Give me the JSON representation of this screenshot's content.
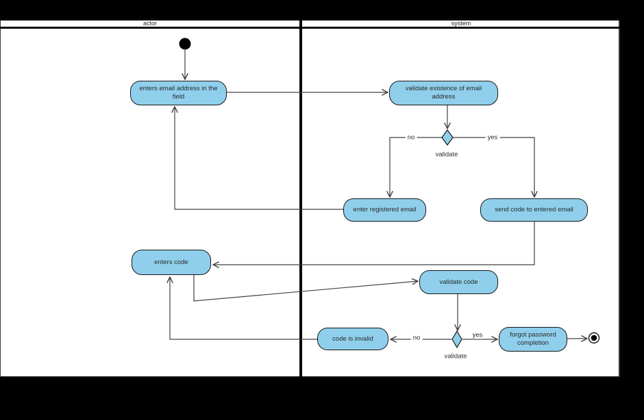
{
  "lanes": [
    {
      "label": "actor"
    },
    {
      "label": "system"
    }
  ],
  "nodes": [
    {
      "label": "enters email address in the field"
    },
    {
      "label": "validate existence of email address"
    },
    {
      "label": "enter registered email"
    },
    {
      "label": "send code to entered email"
    },
    {
      "label": "enters code"
    },
    {
      "label": "validate code"
    },
    {
      "label": "code is invalid"
    },
    {
      "label": "forgot password completion"
    }
  ],
  "decisions": [
    {
      "guard": "validate",
      "no_label": "no",
      "yes_label": "yes"
    },
    {
      "guard": "validate",
      "no_label": "no",
      "yes_label": "yes"
    }
  ],
  "colors": {
    "node_fill": "#8fcfec",
    "node_border": "#161616",
    "edge_line": "#404040",
    "lane_divider": "#050505",
    "canvas": "#ffffff",
    "background": "#000000"
  }
}
